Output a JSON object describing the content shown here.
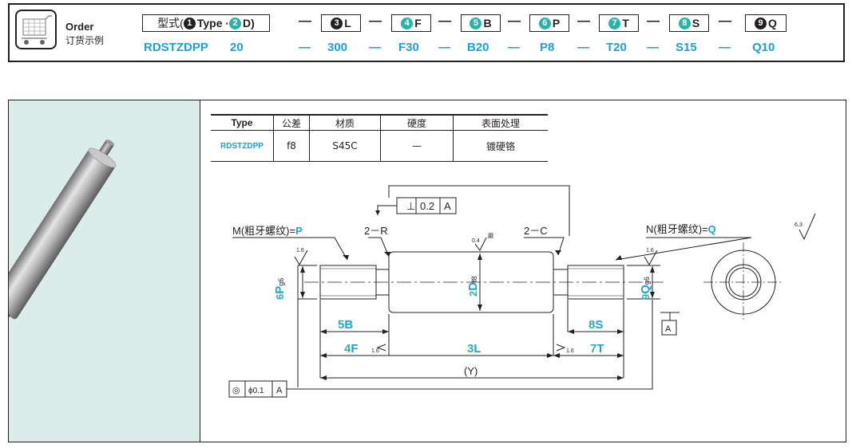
{
  "order": {
    "title": "Order",
    "subtitle": "订货示例",
    "type_header_pre": "型式(",
    "type_header_mid": "Type · ",
    "type_header_post": "D)",
    "num1": "1",
    "num2": "2",
    "columns": [
      {
        "num": "3",
        "code": "L",
        "value": "300"
      },
      {
        "num": "4",
        "code": "F",
        "value": "F30"
      },
      {
        "num": "5",
        "code": "B",
        "value": "B20"
      },
      {
        "num": "6",
        "code": "P",
        "value": "P8"
      },
      {
        "num": "7",
        "code": "T",
        "value": "T20"
      },
      {
        "num": "8",
        "code": "S",
        "value": "S15"
      },
      {
        "num": "9",
        "code": "Q",
        "value": "Q10"
      }
    ],
    "dash": "—",
    "type_value": "RDSTZDPP",
    "d_value": "20"
  },
  "spec_table": {
    "headers": [
      "Type",
      "公差",
      "材质",
      "硬度",
      "表面处理"
    ],
    "row": [
      "RDSTZDPP",
      "f8",
      "S45C",
      "—",
      "镀硬铬"
    ]
  },
  "drawing": {
    "perp_sym": "⊥",
    "perp_tol": "0.2",
    "datum": "A",
    "m_label": "M(粗牙螺纹)=",
    "m_var": "P",
    "n_label": "N(粗牙螺纹)=",
    "n_var": "Q",
    "r_label": "2－R",
    "c_label": "2－C",
    "rough_16": "1.6",
    "rough_04": "0.4",
    "rough_63": "6.3",
    "grind": "磨",
    "p_num": "6",
    "p_var": "P",
    "p_tol": "g6",
    "d_num": "2",
    "d_var": "D",
    "d_tol": "f8",
    "q_num": "9",
    "q_var": "Q",
    "q_tol": "g6",
    "b_num": "5",
    "b_var": "B",
    "f_num": "4",
    "f_var": "F",
    "l_num": "3",
    "l_var": "L",
    "s_num": "8",
    "s_var": "S",
    "t_num": "7",
    "t_var": "T",
    "y_label": "(Y)",
    "conc_sym": "◎",
    "conc_tol": "ϕ0.1",
    "conc_datum": "A"
  }
}
